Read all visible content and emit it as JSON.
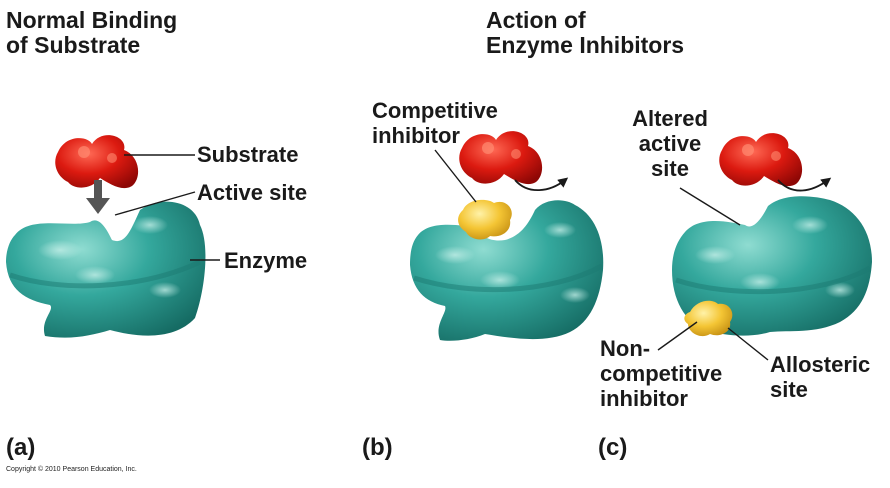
{
  "titles": {
    "normal_line1": "Normal Binding",
    "normal_line2": "of Substrate",
    "action_line1": "Action of",
    "action_line2": "Enzyme Inhibitors"
  },
  "labels": {
    "substrate": "Substrate",
    "active_site": "Active site",
    "enzyme": "Enzyme",
    "competitive_line1": "Competitive",
    "competitive_line2": "inhibitor",
    "altered_line1": "Altered",
    "altered_line2": "active",
    "altered_line3": "site",
    "noncomp_line1": "Non-",
    "noncomp_line2": "competitive",
    "noncomp_line3": "inhibitor",
    "allosteric_line1": "Allosteric",
    "allosteric_line2": "site"
  },
  "panels": {
    "a": "(a)",
    "b": "(b)",
    "c": "(c)"
  },
  "copyright": "Copyright © 2010 Pearson Education, Inc.",
  "colors": {
    "enzyme": "#2f9e94",
    "enzyme_highlight": "#7dd3c7",
    "substrate": "#d8120e",
    "inhibitor": "#f3c12f",
    "arrow": "#555555",
    "text": "#1a1a1a"
  }
}
